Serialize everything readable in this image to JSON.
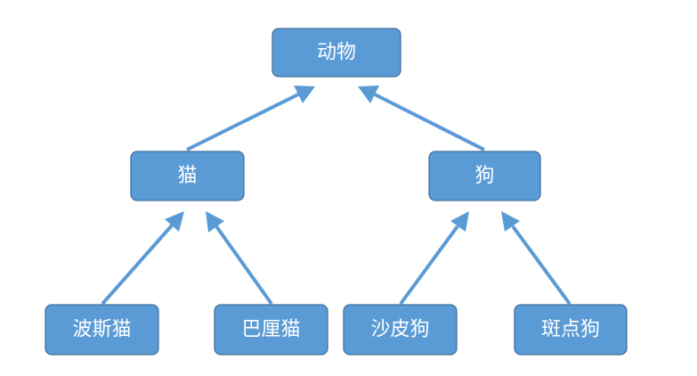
{
  "nodes": {
    "animal": "动物",
    "cat": "猫",
    "dog": "狗",
    "persian_cat": "波斯猫",
    "balinese_cat": "巴厘猫",
    "shar_pei_dog": "沙皮狗",
    "dalmatian_dog": "斑点狗"
  },
  "colors": {
    "node_fill": "#5b9bd5",
    "node_border": "#41719c",
    "arrow": "#5b9bd5",
    "text": "#ffffff"
  }
}
